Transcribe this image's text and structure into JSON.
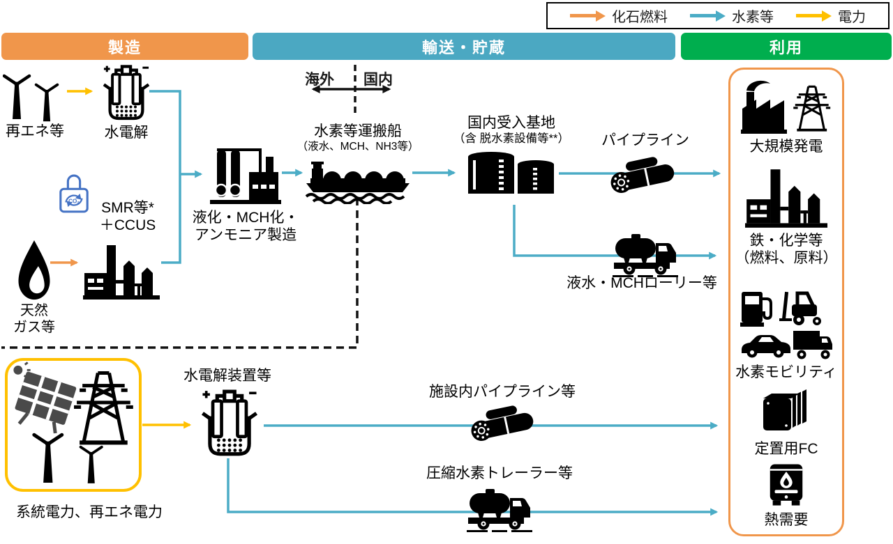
{
  "colors": {
    "fossil_fuel_orange": "#F0964B",
    "hydrogen_teal": "#4BACC6",
    "power_yellow": "#FFC000",
    "use_green": "#00AE4E",
    "co2_capture_blue": "#4472C4",
    "ink_black": "#1A1A1A"
  },
  "legend": {
    "items": [
      {
        "label": "化石燃料",
        "color": "#F0964B"
      },
      {
        "label": "水素等",
        "color": "#4BACC6"
      },
      {
        "label": "電力",
        "color": "#FFC000"
      }
    ]
  },
  "headers": {
    "manufacture": "製造",
    "transport": "輸送・貯蔵",
    "use": "利用"
  },
  "boundary": {
    "left": "海外",
    "right": "国内"
  },
  "nodes": {
    "renewables": {
      "label": "再エネ等",
      "icon": "wind-turbines-icon"
    },
    "electrolysis": {
      "label": "水電解",
      "icon": "electrolyzer-icon"
    },
    "co2_capture": {
      "label": "CO₂",
      "icon": "co2-lock-icon"
    },
    "smr_ccus": {
      "line1": "SMR等*",
      "line2": "＋CCUS"
    },
    "natural_gas": {
      "line1": "天然",
      "line2": "ガス等",
      "icon": "flame-icon"
    },
    "smr_plant": {
      "icon": "factory-icon"
    },
    "liquefaction": {
      "line1": "液化・MCH化・",
      "line2": "アンモニア製造",
      "icon": "chemical-plant-icon"
    },
    "carrier_ship": {
      "line1": "水素等運搬船",
      "line2": "（液水、MCH、NH3等）",
      "icon": "ship-icon"
    },
    "receiving_terminal": {
      "line1": "国内受入基地",
      "line2": "（含 脱水素設備等**）",
      "icon": "storage-tanks-icon"
    },
    "pipeline": {
      "label": "パイプライン",
      "icon": "pipeline-icon"
    },
    "lorry": {
      "label": "液水・MCHローリー等",
      "icon": "tanker-truck-icon"
    },
    "power_generation": {
      "label": "大規模発電",
      "icon": "power-plant-pylon-icon"
    },
    "steel_chemical": {
      "line1": "鉄・化学等",
      "line2": "（燃料、原料）",
      "icon": "factory-icon"
    },
    "mobility": {
      "label": "水素モビリティ",
      "icon": "mobility-group-icon"
    },
    "stationary_fc": {
      "label": "定置用FC",
      "icon": "fuel-cell-stack-icon"
    },
    "heat_demand": {
      "label": "熱需要",
      "icon": "boiler-icon"
    },
    "grid_power": {
      "label": "系統電力、再エネ電力",
      "icon": "solar-pylon-turbines-icon"
    },
    "electrolyzer_unit": {
      "label": "水電解装置等",
      "icon": "electrolyzer-icon"
    },
    "facility_pipeline": {
      "label": "施設内パイプライン等",
      "icon": "pipeline-icon"
    },
    "compressed_trailer": {
      "label": "圧縮水素トレーラー等",
      "icon": "tanker-truck-icon"
    }
  }
}
